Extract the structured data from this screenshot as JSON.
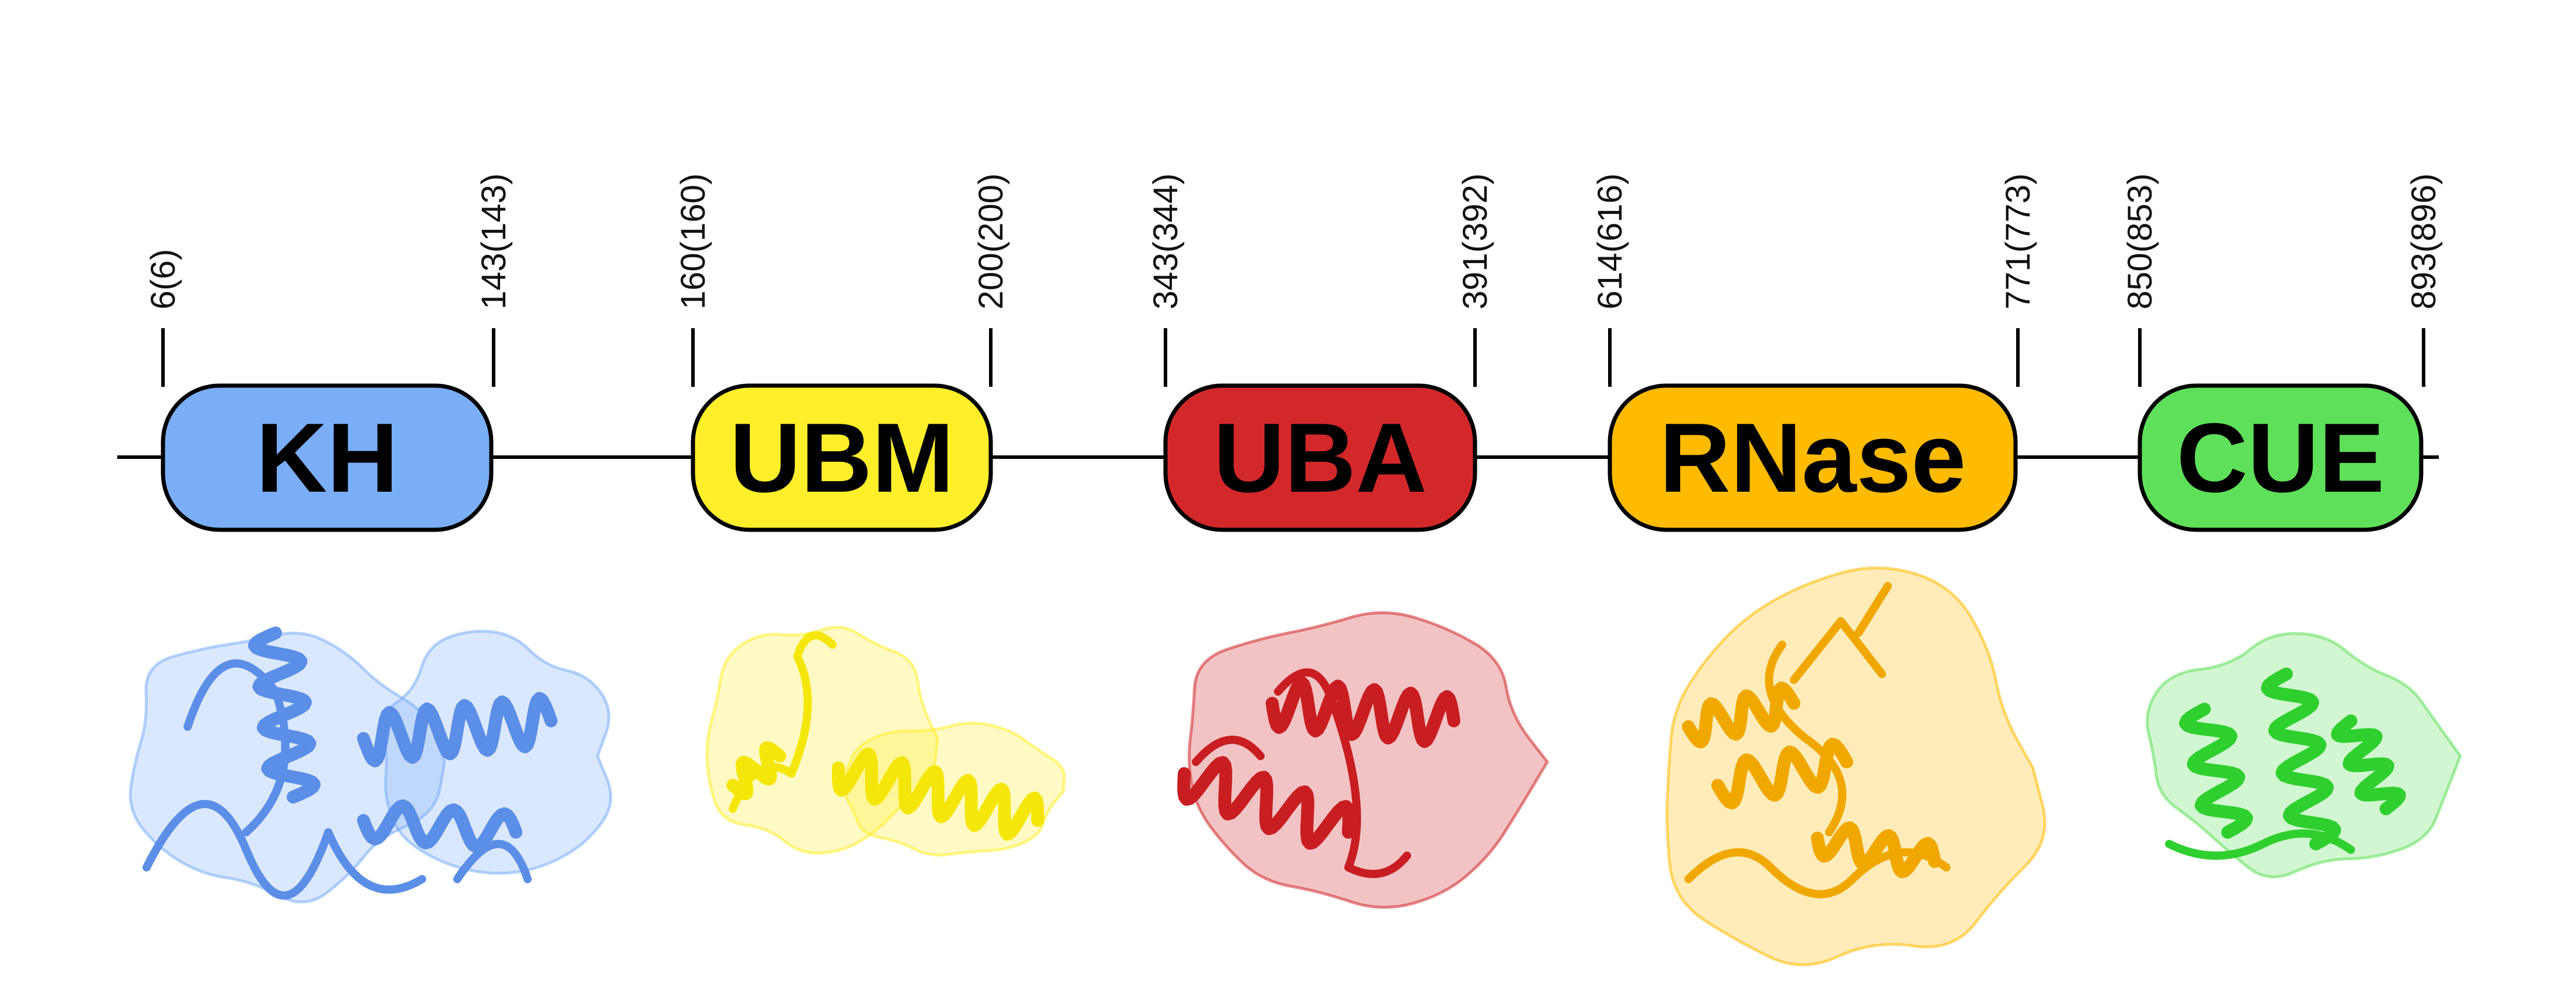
{
  "domains": [
    {
      "name": "KH",
      "start_label": "6(6)",
      "end_label": "143(143)",
      "color": "#7aaef8",
      "structure_color": "#5b8ee6",
      "structure_icon": "kh-protein-structure-icon"
    },
    {
      "name": "UBM",
      "start_label": "160(160)",
      "end_label": "200(200)",
      "color": "#ffee2a",
      "structure_color": "#f5e60a",
      "structure_icon": "ubm-protein-structure-icon"
    },
    {
      "name": "UBA",
      "start_label": "343(344)",
      "end_label": "391(392)",
      "color": "#d2282a",
      "structure_color": "#c81e22",
      "structure_icon": "uba-protein-structure-icon"
    },
    {
      "name": "RNase",
      "start_label": "614(616)",
      "end_label": "771(773)",
      "color": "#ffbb00",
      "structure_color": "#f0a800",
      "structure_icon": "rnase-protein-structure-icon"
    },
    {
      "name": "CUE",
      "start_label": "850(853)",
      "end_label": "893(896)",
      "color": "#5fe05a",
      "structure_color": "#2fcf2f",
      "structure_icon": "cue-protein-structure-icon"
    }
  ],
  "colors": {
    "backbone": "#000000",
    "outline": "#000000"
  }
}
